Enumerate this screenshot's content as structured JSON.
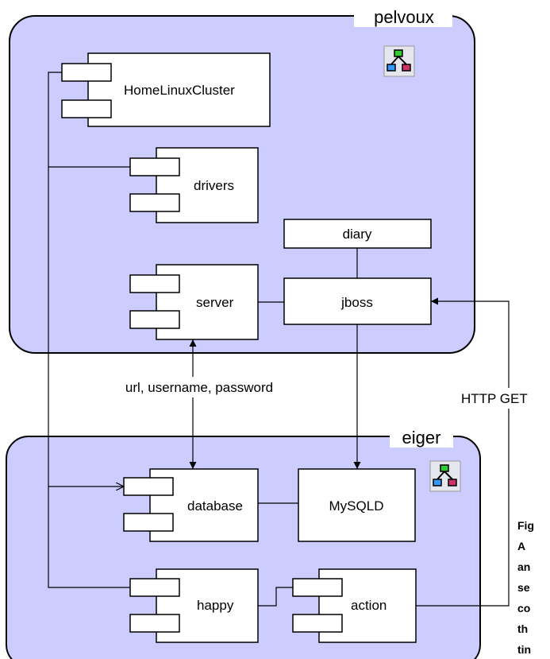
{
  "containers": {
    "pelvoux": {
      "title": "pelvoux",
      "fill": "#ccccff"
    },
    "eiger": {
      "title": "eiger",
      "fill": "#ccccff"
    }
  },
  "components": {
    "home_linux_cluster": "HomeLinuxCluster",
    "drivers": "drivers",
    "server": "server",
    "database": "database",
    "happy": "happy",
    "action": "action"
  },
  "nodes": {
    "diary": "diary",
    "jboss": "jboss",
    "mysqld": "MySQLD"
  },
  "edges": {
    "connection_label": "url, username, password",
    "http_label": "HTTP GET"
  },
  "icons": {
    "container_icon": "network-nodes-icon"
  },
  "caption": {
    "lines": [
      "Fig",
      "A",
      "an",
      "se",
      "co",
      "th",
      "tin"
    ]
  }
}
